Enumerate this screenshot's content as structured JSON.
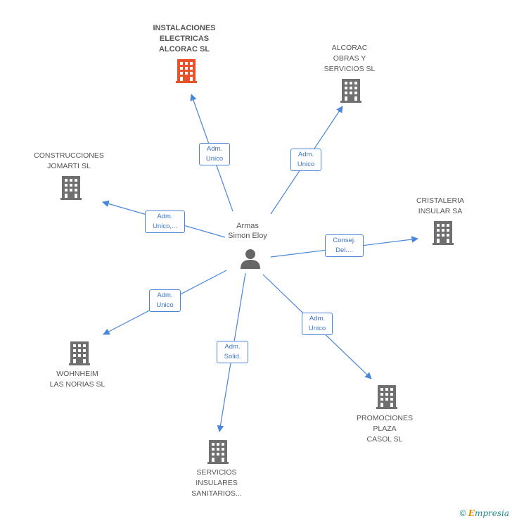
{
  "person": {
    "name_line1": "Armas",
    "name_line2": "Simon Eloy"
  },
  "companies": [
    {
      "lines": [
        "INSTALACIONES",
        "ELECTRICAS",
        "ALCORAC SL"
      ],
      "highlight": true
    },
    {
      "lines": [
        "ALCORAC",
        "OBRAS Y",
        "SERVICIOS  SL"
      ]
    },
    {
      "lines": [
        "CONSTRUCCIONES",
        "JOMARTI SL"
      ]
    },
    {
      "lines": [
        "CRISTALERIA",
        "INSULAR SA"
      ]
    },
    {
      "lines": [
        "WOHNHEIM",
        "LAS NORIAS SL"
      ]
    },
    {
      "lines": [
        "PROMOCIONES",
        "PLAZA",
        "CASOL SL"
      ]
    },
    {
      "lines": [
        "SERVICIOS",
        "INSULARES",
        "SANITARIOS..."
      ]
    }
  ],
  "edges": [
    {
      "lines": [
        "Adm.",
        "Unico"
      ]
    },
    {
      "lines": [
        "Adm.",
        "Unico"
      ]
    },
    {
      "lines": [
        "Adm.",
        "Unico,..."
      ]
    },
    {
      "lines": [
        "Consej.",
        "Del...."
      ]
    },
    {
      "lines": [
        "Adm.",
        "Unico"
      ]
    },
    {
      "lines": [
        "Adm.",
        "Unico"
      ]
    },
    {
      "lines": [
        "Adm.",
        "Solid."
      ]
    }
  ],
  "footer": {
    "copyright": "©",
    "brand_first": "E",
    "brand_rest": "mpresia"
  },
  "colors": {
    "edge": "#4a86d9",
    "building": "#6f6f6f",
    "building_highlight": "#e8532b",
    "person": "#666666"
  }
}
